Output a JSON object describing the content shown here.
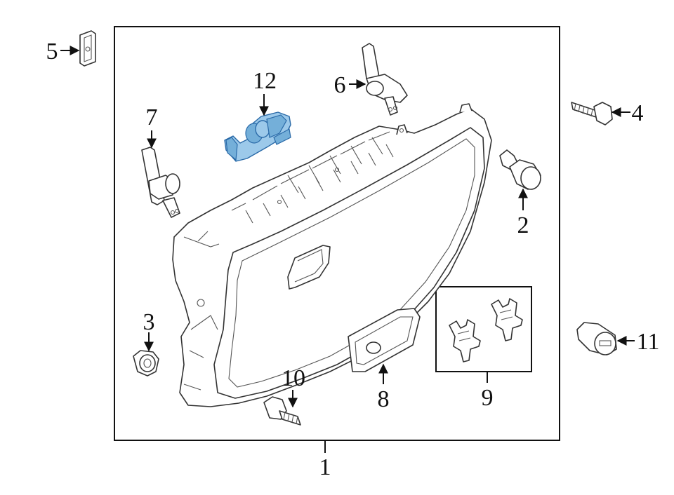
{
  "callouts": {
    "c1": "1",
    "c2": "2",
    "c3": "3",
    "c4": "4",
    "c5": "5",
    "c6": "6",
    "c7": "7",
    "c8": "8",
    "c9": "9",
    "c10": "10",
    "c11": "11",
    "c12": "12"
  },
  "colors": {
    "highlight_part": "#9cc9ea",
    "line": "#111111"
  }
}
